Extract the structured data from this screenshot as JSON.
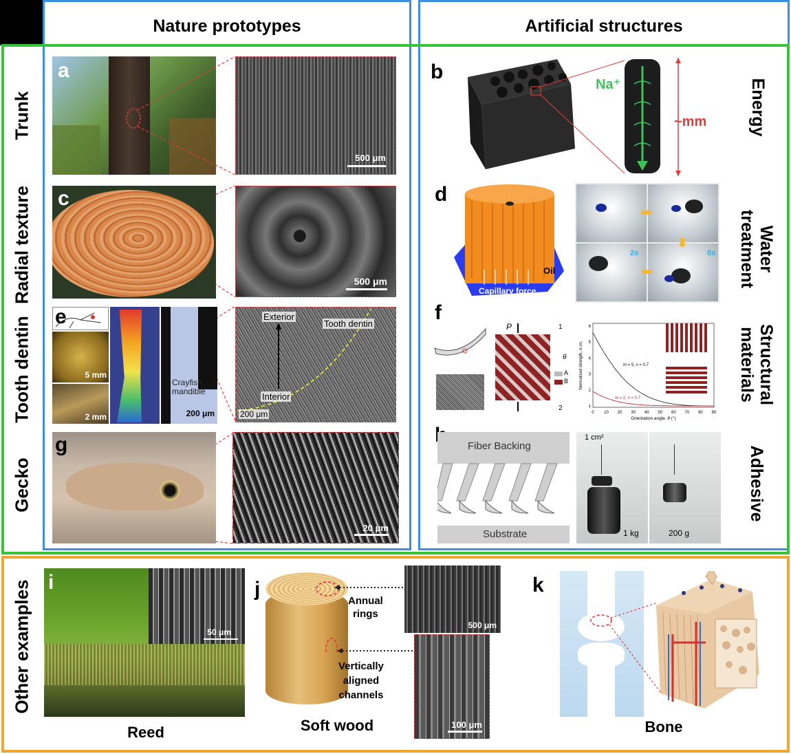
{
  "headers": {
    "nature": "Nature prototypes",
    "artificial": "Artificial structures"
  },
  "row_labels": {
    "trunk": "Trunk",
    "radial": "Radial texture",
    "tooth": "Tooth dentin",
    "gecko": "Gecko",
    "other": "Other examples"
  },
  "right_labels": {
    "energy": "Energy",
    "water_1": "Water",
    "water_2": "treatment",
    "struct_1": "Structural",
    "struct_2": "materials",
    "adhesive": "Adhesive"
  },
  "letters": {
    "a": "a",
    "b": "b",
    "c": "c",
    "d": "d",
    "e": "e",
    "f": "f",
    "g": "g",
    "h": "h",
    "i": "i",
    "j": "j",
    "k": "k"
  },
  "scales": {
    "a": "500 μm",
    "c": "500 μm",
    "e_top": "5 mm",
    "e_bot": "2 mm",
    "e_mand": "200 μm",
    "e_sem": "200 μm",
    "g": "20 μm",
    "i": "50 μm",
    "j_top": "500 μm",
    "j_bot": "100 μm"
  },
  "panel_b": {
    "ion": "Na⁺",
    "dimension": "~mm"
  },
  "panel_d": {
    "oil": "Oil",
    "capillary": "Capillary force",
    "t1": "2s",
    "t2": "0s"
  },
  "panel_e": {
    "exterior": "Exterior",
    "interior": "Interior",
    "dentin": "Tooth dentin",
    "mandible_1": "Crayfish",
    "mandible_2": "mandible"
  },
  "panel_f": {
    "p": "P",
    "legend_a": "A",
    "legend_b": "B",
    "ylabel": "Normalized strength, σ₀/σ₁",
    "xlabel": "Orientation angle, θ (°)",
    "curve1": "m = 5, n = 0.7",
    "curve2": "m = 2, n = 0.7",
    "xticks": [
      "0",
      "10",
      "20",
      "30",
      "40",
      "50",
      "60",
      "70",
      "80",
      "90"
    ],
    "yticks": [
      "1",
      "2",
      "3",
      "4",
      "5",
      "6"
    ],
    "theta": "θ",
    "axis1": "1",
    "axis2": "2"
  },
  "panel_h": {
    "backing": "Fiber Backing",
    "substrate": "Substrate",
    "area": "1 cm²",
    "w1": "1 kg",
    "w2": "200 g"
  },
  "panel_j": {
    "rings_1": "Annual",
    "rings_2": "rings",
    "ch_1": "Vertically",
    "ch_2": "aligned",
    "ch_3": "channels"
  },
  "captions": {
    "reed": "Reed",
    "wood": "Soft wood",
    "bone": "Bone"
  },
  "colors": {
    "blue": "#3b8fe0",
    "green": "#37c23a",
    "orange": "#f2a531",
    "red": "#e23b3b"
  }
}
